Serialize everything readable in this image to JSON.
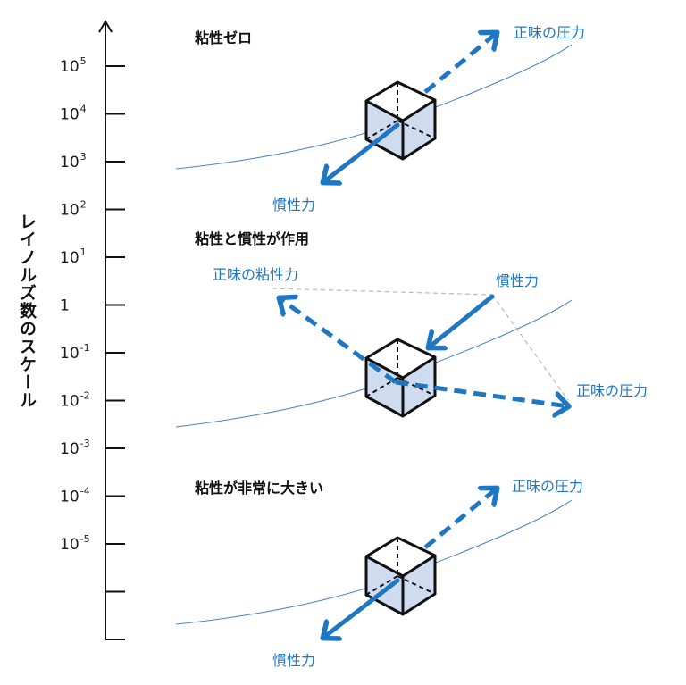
{
  "axis": {
    "title": "レイノルズ数のスケール",
    "ticks": [
      {
        "base": "10",
        "exp": "5"
      },
      {
        "base": "10",
        "exp": "4"
      },
      {
        "base": "10",
        "exp": "3"
      },
      {
        "base": "10",
        "exp": "2"
      },
      {
        "base": "10",
        "exp": "1"
      },
      {
        "base": "1",
        "exp": ""
      },
      {
        "base": "10",
        "exp": "-1"
      },
      {
        "base": "10",
        "exp": "-2"
      },
      {
        "base": "10",
        "exp": "-3"
      },
      {
        "base": "10",
        "exp": "-4"
      },
      {
        "base": "10",
        "exp": "-5"
      },
      {
        "base": "",
        "exp": ""
      },
      {
        "base": "",
        "exp": ""
      }
    ]
  },
  "colors": {
    "force": "#1f77c4",
    "streamline": "#4a7fc8",
    "cube_fill": "#cfdcef",
    "construction": "#bdbdbd"
  },
  "sections": [
    {
      "title": "粘性ゼロ",
      "labels": {
        "pressure": "正味の圧力",
        "inertia": "慣性力"
      }
    },
    {
      "title": "粘性と慣性が作用",
      "labels": {
        "viscous": "正味の粘性力",
        "inertia": "慣性力",
        "pressure": "正味の圧力"
      }
    },
    {
      "title": "粘性が非常に大きい",
      "labels": {
        "pressure": "正味の圧力",
        "inertia": "慣性力"
      }
    }
  ]
}
